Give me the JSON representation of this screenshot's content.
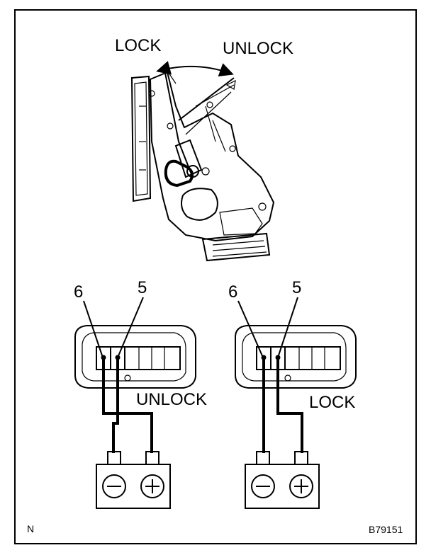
{
  "mechanism": {
    "lock_label": "LOCK",
    "unlock_label": "UNLOCK"
  },
  "left_panel": {
    "pin_left": "6",
    "pin_right": "5",
    "state_label": "UNLOCK"
  },
  "right_panel": {
    "pin_left": "6",
    "pin_right": "5",
    "state_label": "LOCK"
  },
  "footer": {
    "left_code": "N",
    "figure_id": "B79151"
  }
}
